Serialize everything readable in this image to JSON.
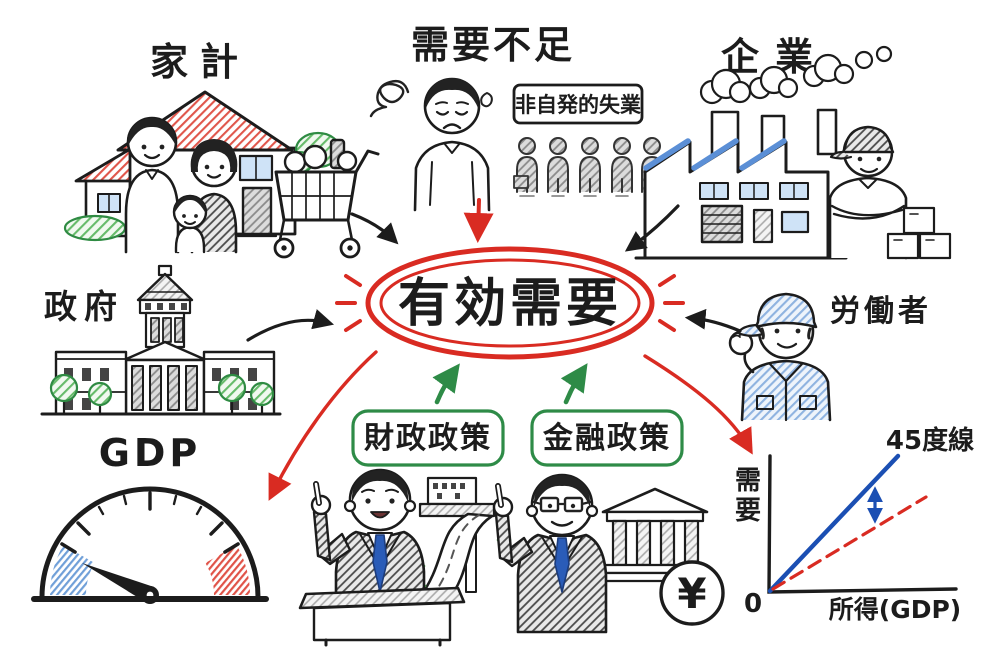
{
  "colors": {
    "red": "#d92b22",
    "green": "#2e8b47",
    "blue": "#1b4fb3",
    "light_blue": "#8fb3e0",
    "ink": "#1c1c1c"
  },
  "nodes": {
    "households": {
      "label": "家計"
    },
    "demand_shortage": {
      "label": "需要不足",
      "tag": "非自発的失業"
    },
    "companies": {
      "label": "企業"
    },
    "government": {
      "label": "政府"
    },
    "effective_demand": {
      "label": "有効需要"
    },
    "workers": {
      "label": "労働者"
    },
    "gdp": {
      "label": "GDP",
      "gauge_bands": [
        "blue-left",
        "red-right"
      ],
      "needle": "pointing low-left"
    },
    "fiscal_policy": {
      "label": "財政政策"
    },
    "monetary_policy": {
      "label": "金融政策"
    },
    "yen_badge": {
      "label": "¥"
    }
  },
  "arrows": [
    {
      "from": "households",
      "to": "effective_demand",
      "color": "black"
    },
    {
      "from": "demand_shortage",
      "to": "effective_demand",
      "color": "red"
    },
    {
      "from": "companies",
      "to": "effective_demand",
      "color": "black"
    },
    {
      "from": "government",
      "to": "effective_demand",
      "color": "black"
    },
    {
      "from": "workers",
      "to": "effective_demand",
      "color": "black"
    },
    {
      "from": "fiscal_policy",
      "to": "effective_demand",
      "color": "green"
    },
    {
      "from": "monetary_policy",
      "to": "effective_demand",
      "color": "green"
    },
    {
      "from": "effective_demand",
      "to": "gdp",
      "color": "red"
    },
    {
      "from": "effective_demand",
      "to": "income_graph",
      "color": "red"
    }
  ],
  "graph": {
    "type": "line",
    "y_axis_label": "需要",
    "y_axis_chars": [
      "需",
      "要"
    ],
    "x_axis_label": "所得(GDP)",
    "origin_label": "0",
    "line_45_label": "45度線",
    "series": [
      {
        "label": "45度線",
        "style": "solid",
        "color": "#1b4fb3",
        "slope": 1.0
      },
      {
        "label": "",
        "style": "dashed",
        "color": "#d92b22",
        "slope": 0.6
      }
    ],
    "gap_arrow": "vertical double-headed arrow between the two lines"
  }
}
